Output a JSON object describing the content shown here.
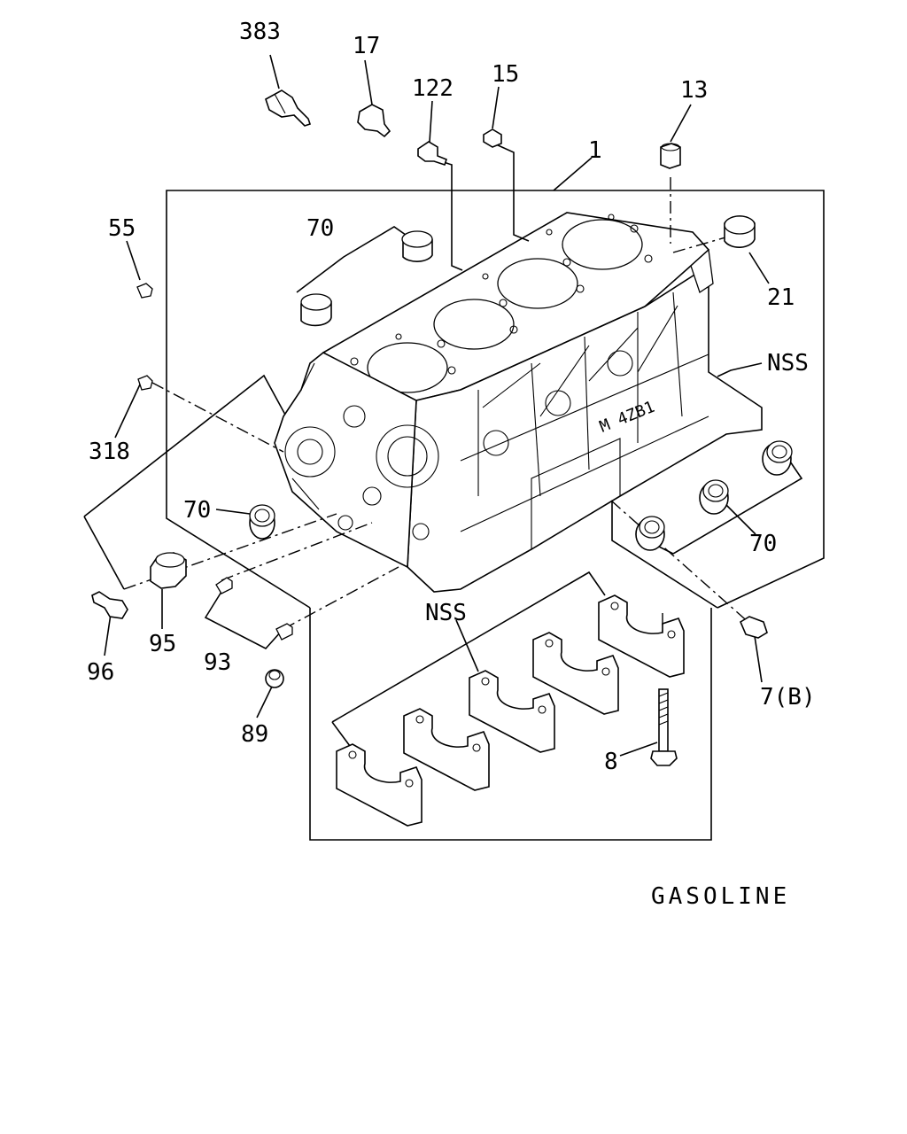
{
  "callouts": {
    "p383": "383",
    "p17": "17",
    "p122": "122",
    "p15": "15",
    "p13": "13",
    "p1": "1",
    "p55": "55",
    "p70_top": "70",
    "p21": "21",
    "nss_right": "NSS",
    "p318": "318",
    "p70_left": "70",
    "p70_right": "70",
    "p95": "95",
    "p96": "96",
    "p93": "93",
    "p89": "89",
    "nss_caps": "NSS",
    "p7b": "7(B)",
    "p8": "8"
  },
  "footer_label": "GASOLINE"
}
